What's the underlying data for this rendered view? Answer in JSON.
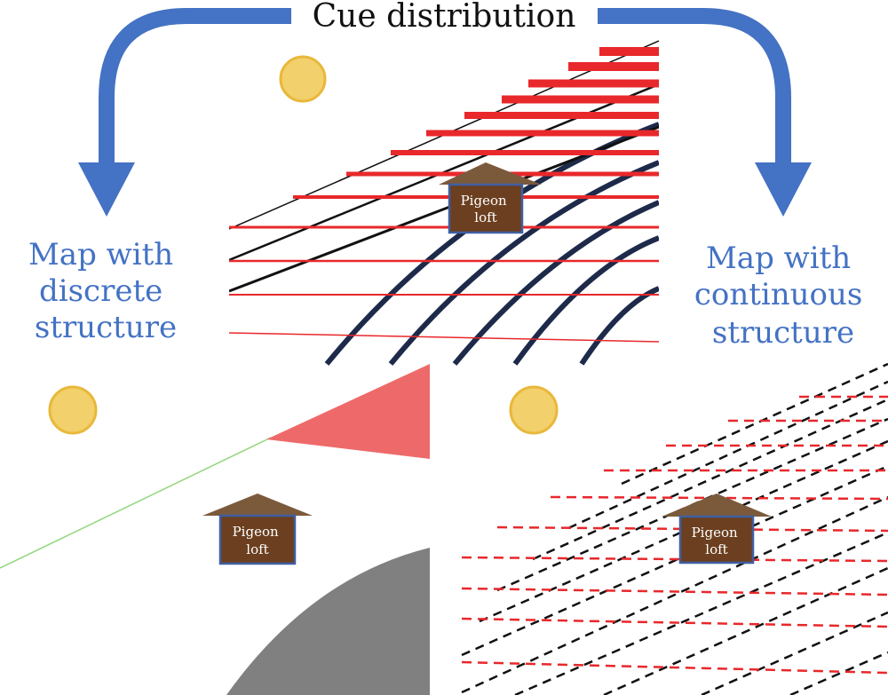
{
  "title": "Cue distribution",
  "left_label": [
    "Map with",
    "discrete",
    "structure"
  ],
  "right_label": [
    "Map with",
    "continuous",
    "structure"
  ],
  "loft_label": [
    "Pigeon",
    "loft"
  ],
  "colors": {
    "arrow_blue": "#4472c4",
    "label_blue": "#4472c4",
    "sun_fill": "#f2d06b",
    "sun_stroke": "#e9b83a",
    "red_cue": "#e8282b",
    "dark_cue": "#1d2a4a",
    "black_cue": "#111111",
    "discrete_red_region": "#ee6a6a",
    "discrete_gray_region": "#808080",
    "discrete_green_line": "#8fd67a",
    "loft_roof": "#7b5a3c",
    "loft_body": "#6b3f1f",
    "loft_border": "#3f5fa3"
  },
  "icons": [
    "sun-icon",
    "pigeon-loft-icon",
    "curved-arrow-icon"
  ]
}
